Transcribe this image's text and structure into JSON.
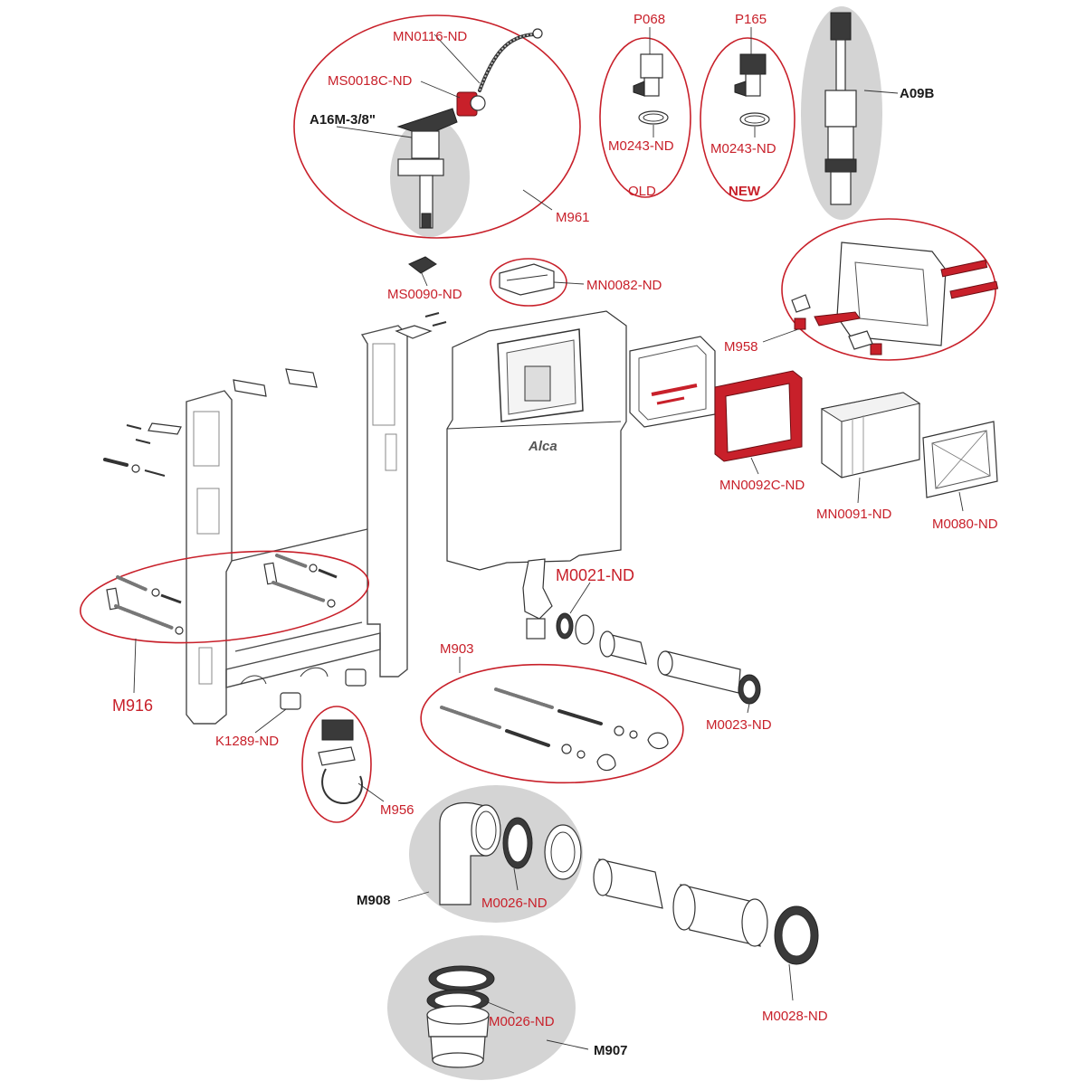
{
  "labels": {
    "mn0116": "MN0116-ND",
    "ms0018c": "MS0018C-ND",
    "a16m": "A16M-3/8\"",
    "m961": "M961",
    "p068": "P068",
    "p165": "P165",
    "m0243_old": "M0243-ND",
    "m0243_new": "M0243-ND",
    "old": "OLD",
    "new": "NEW",
    "a09b": "A09B",
    "ms0090": "MS0090-ND",
    "mn0082": "MN0082-ND",
    "m958": "M958",
    "mn0092c": "MN0092C-ND",
    "mn0091": "MN0091-ND",
    "m0080": "M0080-ND",
    "m0021": "M0021-ND",
    "m903": "M903",
    "m0023": "M0023-ND",
    "m916": "M916",
    "k1289": "K1289-ND",
    "m956": "M956",
    "m908": "M908",
    "m0026_a": "M0026-ND",
    "m0026_b": "M0026-ND",
    "m907": "M907",
    "m0028": "M0028-ND"
  },
  "logo": "Alca",
  "colors": {
    "accent_red": "#c8202a",
    "group_grey": "#d4d4d4",
    "outline": "#333333"
  }
}
